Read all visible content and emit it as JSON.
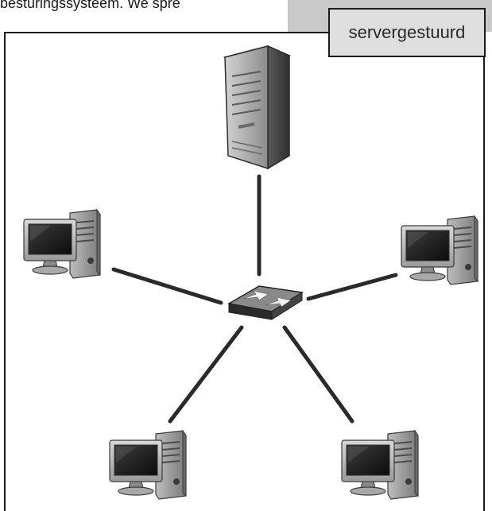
{
  "page": {
    "top_text": "besturingssysteem. We spre",
    "label": "servergestuurd"
  },
  "nodes": [
    {
      "id": "server",
      "kind": "server-tower"
    },
    {
      "id": "switch",
      "kind": "network-switch"
    },
    {
      "id": "pc-top-left",
      "kind": "desktop-computer"
    },
    {
      "id": "pc-top-right",
      "kind": "desktop-computer"
    },
    {
      "id": "pc-bottom-left",
      "kind": "desktop-computer"
    },
    {
      "id": "pc-bottom-right",
      "kind": "desktop-computer"
    }
  ],
  "edges": [
    {
      "from": "switch",
      "to": "server"
    },
    {
      "from": "switch",
      "to": "pc-top-left"
    },
    {
      "from": "switch",
      "to": "pc-top-right"
    },
    {
      "from": "switch",
      "to": "pc-bottom-left"
    },
    {
      "from": "switch",
      "to": "pc-bottom-right"
    }
  ],
  "colors": {
    "line": "#2a2a2a",
    "device_dark": "#3a3a3a",
    "device_mid": "#8a8a8a",
    "device_light": "#c8c8c8",
    "label_bg": "#dedede",
    "band_bg": "#c9c9c9"
  }
}
